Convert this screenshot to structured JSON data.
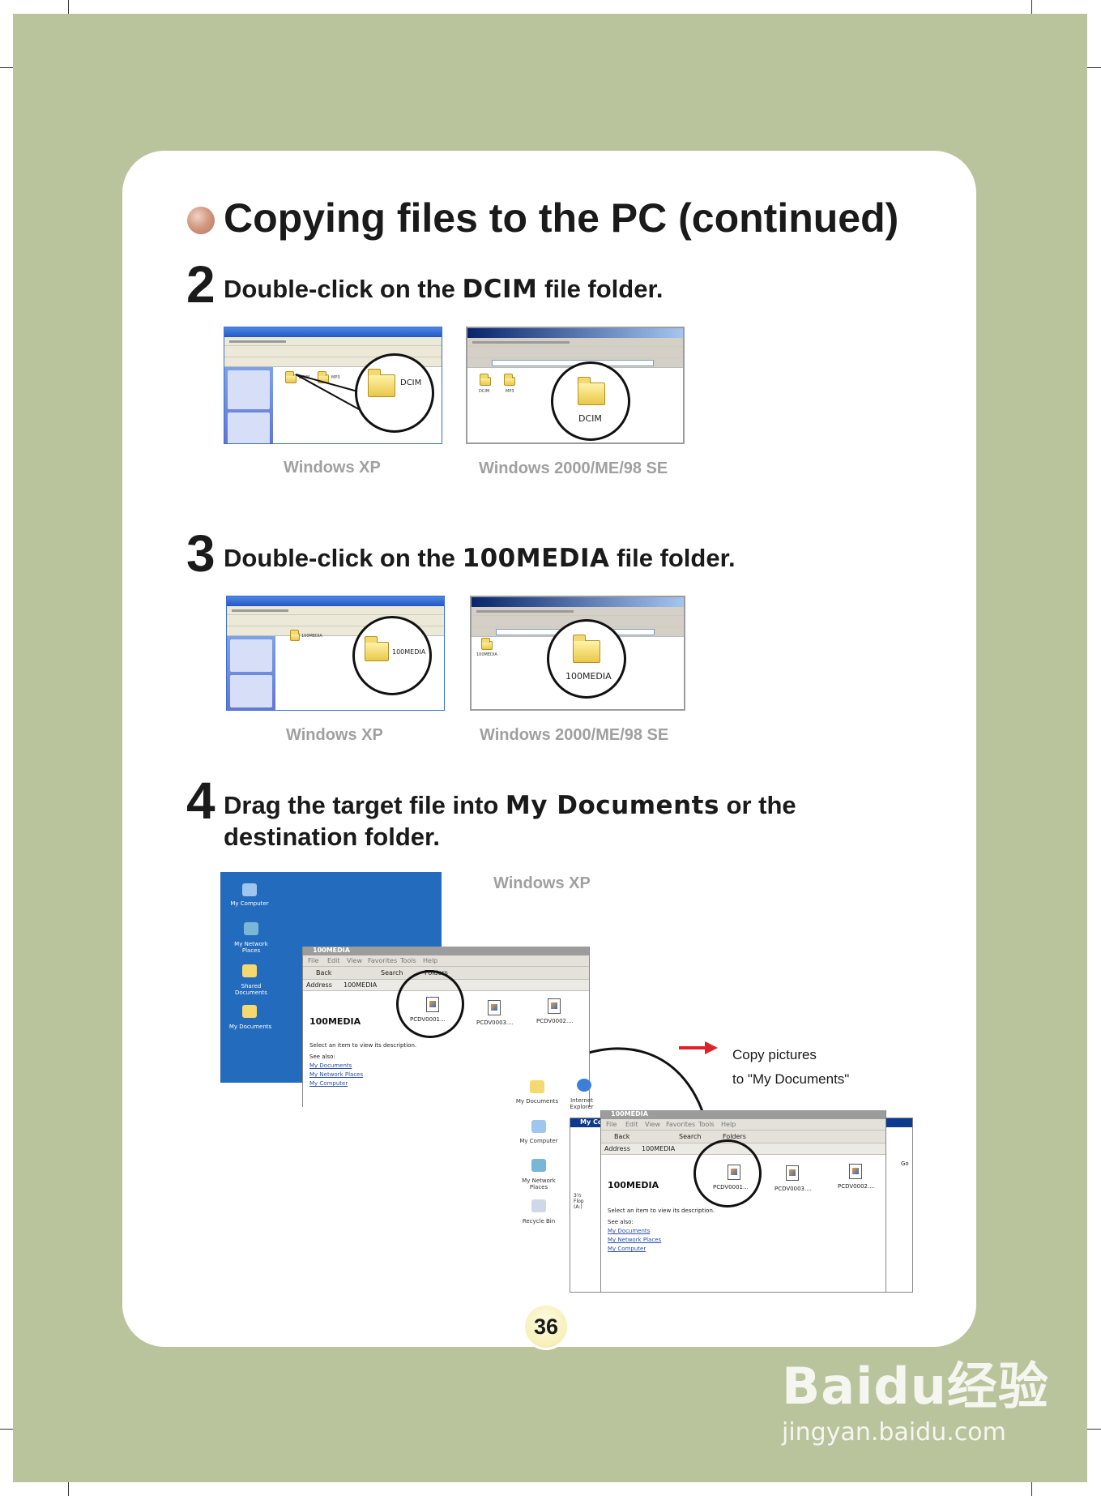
{
  "heading": {
    "title": "Copying files to the PC (continued)"
  },
  "steps": [
    {
      "number": "2",
      "before": "Double-click on the ",
      "highlight": "DCIM",
      "after": " file folder.",
      "zoom_label": "DCIM",
      "left_caption": "Windows XP",
      "right_caption": "Windows 2000/ME/98 SE",
      "folders": [
        "DCIM",
        "MP3"
      ]
    },
    {
      "number": "3",
      "before": "Double-click on the ",
      "highlight": "100MEDIA",
      "after": " file folder.",
      "zoom_label": "100MEDIA",
      "left_caption": "Windows XP",
      "right_caption": "Windows 2000/ME/98 SE",
      "folders": [
        "100MEDIA"
      ]
    },
    {
      "number": "4",
      "before": "Drag the target file into ",
      "highlight": "My Documents",
      "after": " or the",
      "line2": "destination folder.",
      "caption": "Windows XP"
    }
  ],
  "step4_figure": {
    "desktop_icons": [
      "My Computer",
      "My Network Places",
      "Shared Documents",
      "My Documents"
    ],
    "window_title": "100MEDIA",
    "menu": [
      "File",
      "Edit",
      "View",
      "Favorites",
      "Tools",
      "Help"
    ],
    "toolbar": {
      "back": "Back",
      "search": "Search",
      "folders": "Folders"
    },
    "address_label": "Address",
    "address_value": "100MEDIA",
    "files": [
      "PCDV0001...",
      "PCDV0003....",
      "PCDV0002...."
    ],
    "description": "Select an item to view its description.",
    "see_also_label": "See also:",
    "see_also_links": [
      "My Documents",
      "My Network Places",
      "My Computer"
    ],
    "desktop2_icons": [
      "My Documents",
      "Internet Explorer",
      "My Computer",
      "My Network Places",
      "Recycle Bin"
    ],
    "second_window_title": "My Co",
    "floppy_label": "3½ Flop (A:)",
    "go_label": "Go",
    "note_line1": "Copy pictures",
    "note_line2": "to \"My Documents\"",
    "arrow_color": "#e3202a"
  },
  "page_number": "36",
  "watermark": {
    "brand": "Baidu经验",
    "url": "jingyan.baidu.com"
  },
  "colors": {
    "background": "#b9c49c",
    "card": "#ffffff",
    "xp_blue": "#236bbd"
  }
}
